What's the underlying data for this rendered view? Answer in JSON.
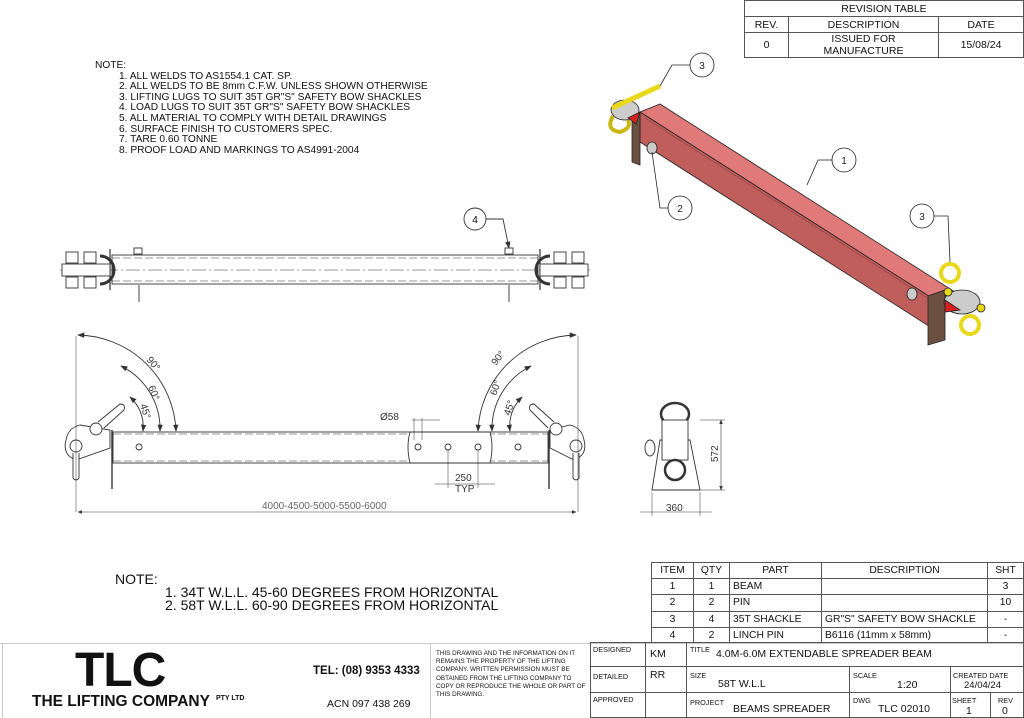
{
  "revision_table": {
    "title": "REVISION TABLE",
    "headers": [
      "REV.",
      "DESCRIPTION",
      "DATE"
    ],
    "rows": [
      {
        "rev": "0",
        "description": "ISSUED FOR MANUFACTURE",
        "date": "15/08/24"
      }
    ]
  },
  "notes_top": {
    "heading": "NOTE:",
    "items": [
      "1. ALL WELDS TO AS1554.1 CAT. SP.",
      "2. ALL WELDS TO BE 8mm C.F.W. UNLESS SHOWN OTHERWISE",
      "3. LIFTING LUGS TO SUIT 35T GR\"S\" SAFETY BOW SHACKLES",
      "4. LOAD LUGS TO SUIT 35T GR\"S\" SAFETY BOW SHACKLES",
      "5. ALL MATERIAL TO COMPLY WITH DETAIL DRAWINGS",
      "6. SURFACE FINISH TO CUSTOMERS SPEC.",
      "7. TARE 0.60 TONNE",
      "8. PROOF LOAD AND MARKINGS TO AS4991-2004"
    ]
  },
  "notes_bottom": {
    "heading": "NOTE:",
    "items": [
      "1. 34T W.L.L. 45-60 DEGREES FROM HORIZONTAL",
      "2. 58T W.L.L. 60-90 DEGREES FROM HORIZONTAL"
    ]
  },
  "drawing": {
    "balloons": {
      "beam": "1",
      "pin": "2",
      "shackle_a": "3",
      "shackle_b": "3",
      "linch_pin": "4"
    },
    "angles": {
      "a90": "90°",
      "a60": "60°",
      "a45": "45°"
    },
    "dimensions": {
      "length": "4000-4500-5000-5500-6000",
      "hole_dia": "Ø58",
      "pitch": "250",
      "pitch_note": "TYP",
      "width": "360",
      "height": "572"
    },
    "colors": {
      "beam": "#d96b6b",
      "beam_dark": "#b85656",
      "shackle": "#f2e21c",
      "plate": "#6b5040"
    }
  },
  "parts_list": {
    "headers": [
      "ITEM",
      "QTY",
      "PART",
      "DESCRIPTION",
      "SHT"
    ],
    "rows": [
      {
        "item": "1",
        "qty": "1",
        "part": "BEAM",
        "description": "",
        "sht": "3"
      },
      {
        "item": "2",
        "qty": "2",
        "part": "PIN",
        "description": "",
        "sht": "10"
      },
      {
        "item": "3",
        "qty": "4",
        "part": "35T SHACKLE",
        "description": "GR\"S\" SAFETY BOW SHACKLE",
        "sht": "-"
      },
      {
        "item": "4",
        "qty": "2",
        "part": "LINCH PIN",
        "description": "B6116 (11mm x 58mm)",
        "sht": "-"
      }
    ]
  },
  "title_block": {
    "logo": "TLC",
    "company": "THE LIFTING COMPANY",
    "company_suffix": "PTY LTD",
    "tel": "TEL: (08) 9353 4333",
    "acn": "ACN 097 438 269",
    "legal": "THIS DRAWING AND THE INFORMATION ON IT REMAINS THE PROPERTY OF THE LIFTING COMPANY. WRITTEN PERMISSION MUST BE OBTAINED FROM THE LIFTING COMPANY TO COPY OR REPRODUCE THE WHOLE OR PART OF THIS DRAWING.",
    "designed_label": "DESIGNED",
    "designed": "KM",
    "detailed_label": "DETAILED",
    "detailed": "RR",
    "approved_label": "APPROVED",
    "approved": "",
    "title_label": "TITLE",
    "title": "4.0M-6.0M EXTENDABLE SPREADER BEAM",
    "size_label": "SIZE",
    "size": "58T W.L.L",
    "scale_label": "SCALE",
    "scale": "1:20",
    "created_label": "CREATED DATE",
    "created": "24/04/24",
    "project_label": "PROJECT",
    "project": "BEAMS SPREADER",
    "dwg_label": "DWG",
    "dwg": "TLC 02010",
    "sheet_label": "SHEET",
    "sheet": "1",
    "rev_label": "REV",
    "rev": "0"
  }
}
